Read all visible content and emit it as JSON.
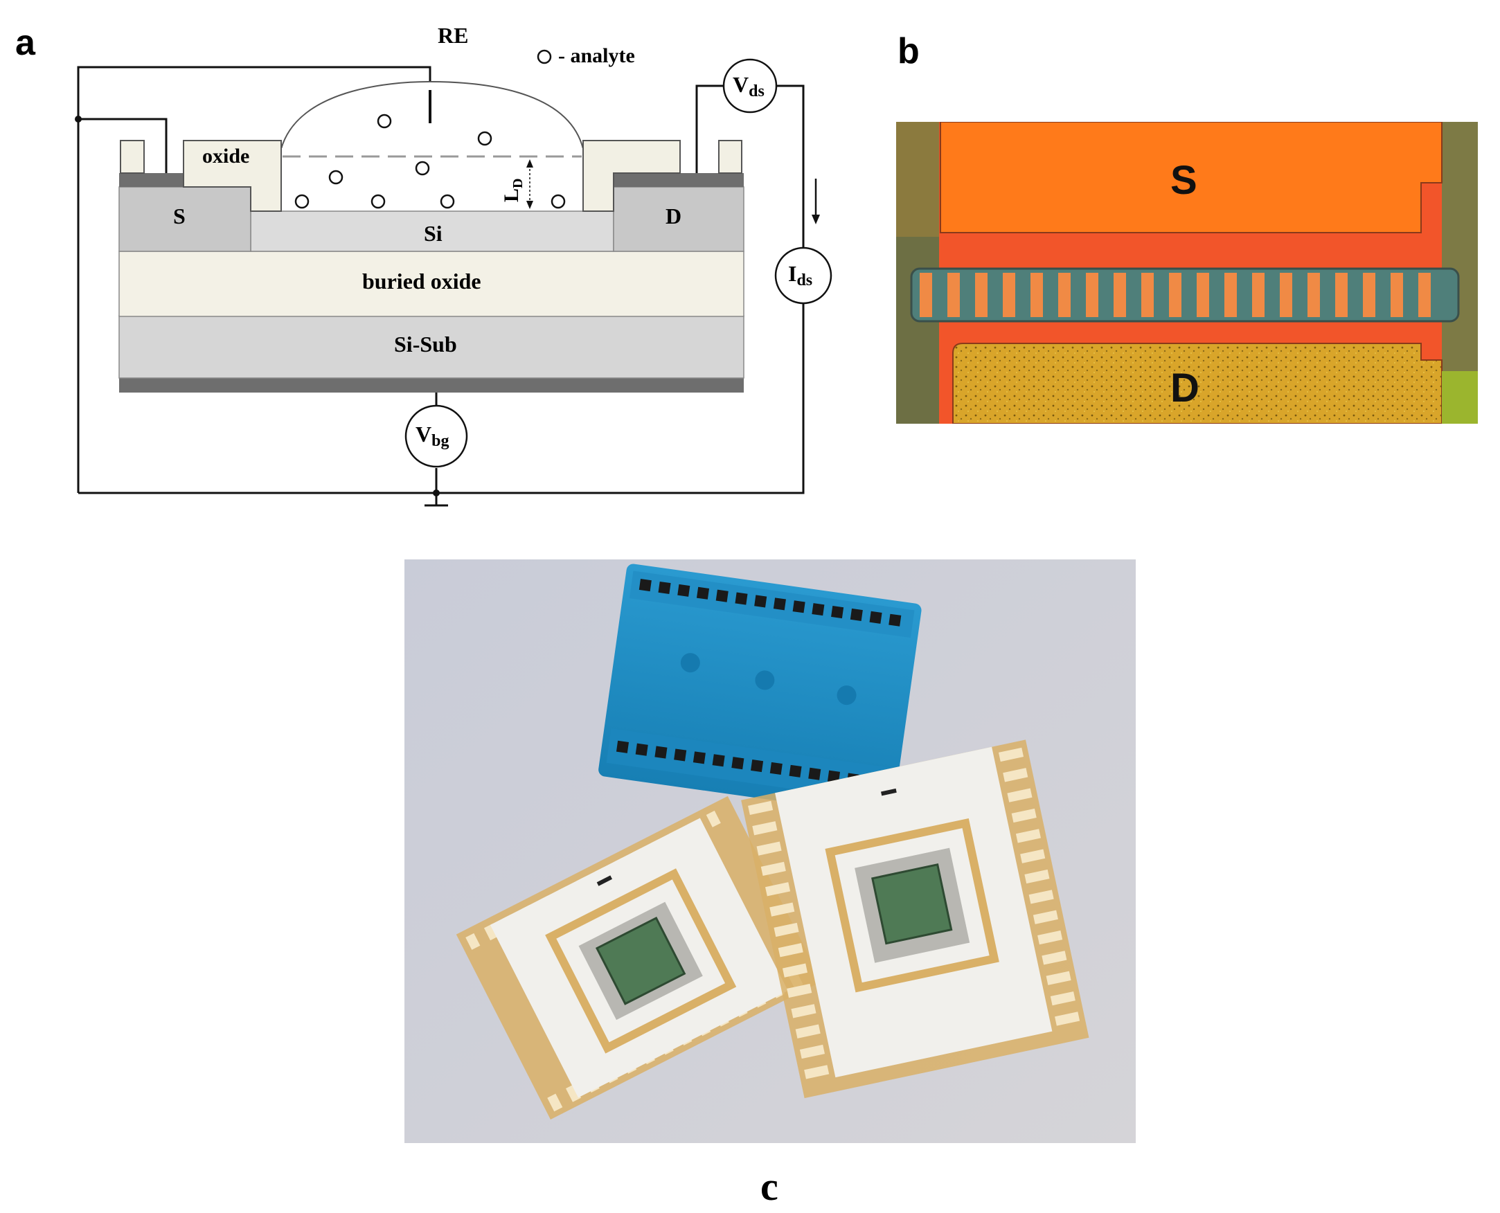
{
  "panel_labels": {
    "a": "a",
    "b": "b",
    "c": "c"
  },
  "panel_a": {
    "re_label": "RE",
    "analyte_legend": "- analyte",
    "oxide_label": "oxide",
    "source_label": "S",
    "drain_label": "D",
    "si_label": "Si",
    "buried_oxide_label": "buried oxide",
    "si_sub_label": "Si-Sub",
    "debye_length": {
      "main": "L",
      "sub": "D"
    },
    "vds": {
      "main": "V",
      "sub": "ds"
    },
    "ids": {
      "main": "I",
      "sub": "ds"
    },
    "vbg": {
      "main": "V",
      "sub": "bg"
    },
    "colors": {
      "contact": "#6e6e6e",
      "si_layer": "#c8c8c8",
      "si_channel": "#dcdcdc",
      "buried_oxide": "#f3f1e6",
      "si_sub": "#d6d6d6",
      "passivation": "#f2f0e4",
      "line": "#111111"
    }
  },
  "panel_b": {
    "source_label": "S",
    "drain_label": "D",
    "colors": {
      "source_pad": "#ff7a1a",
      "drain_pad": "#d9a52a",
      "background": "#f2552a",
      "edge": "#7d7a45",
      "channel_stripe_dark": "#6f8f72",
      "channel_stripe_light": "#f08a45"
    }
  },
  "panel_c": {
    "colors": {
      "background": "#c6cad6",
      "socket": "#1d8cc2",
      "ceramic": "#f1f0ec",
      "gold": "#d9b067",
      "chip": "#4f7a55"
    }
  }
}
